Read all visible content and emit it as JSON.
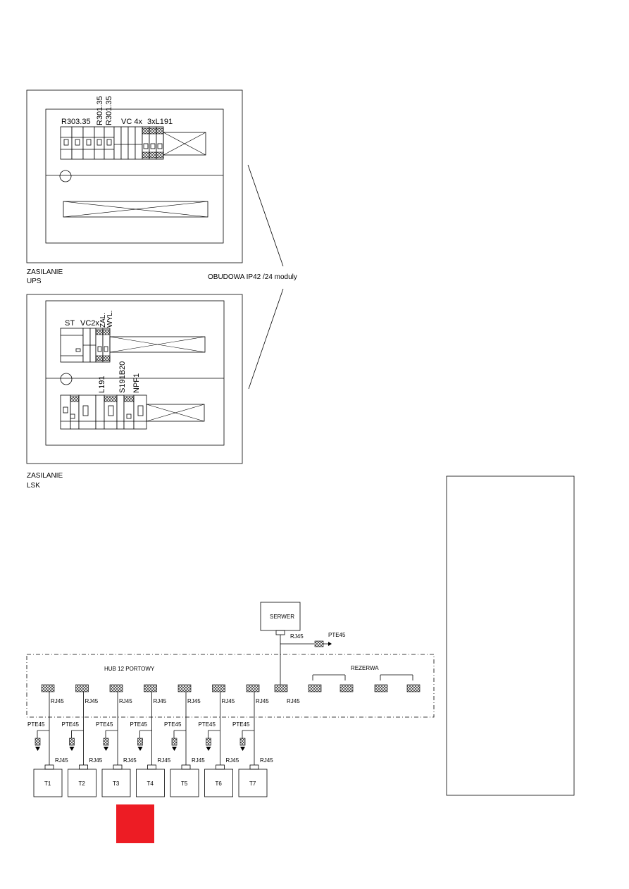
{
  "cabinet_label": "OBUDOWA IP42 /24 moduly",
  "ups_panel": {
    "caption_line1": "ZASILANIE",
    "caption_line2": "UPS",
    "labels": {
      "r303": "R303.35",
      "r301_a": "R301.35",
      "r301_b": "R301.35",
      "vc4x": "VC 4x",
      "l191": "3xL191"
    }
  },
  "lsk_panel": {
    "caption_line1": "ZASILANIE",
    "caption_line2": "LSK",
    "labels": {
      "st": "ST",
      "vc2x": "VC2x",
      "zal": "ZAL.",
      "wyl": "WYL.",
      "l191": "L191",
      "s191": "S191B20",
      "npf": "NPF1"
    }
  },
  "network": {
    "server_label": "SERWER",
    "hub_label": "HUB 12 PORTOWY",
    "reserve_label": "REZERWA",
    "connector_label": "RJ45",
    "socket_label": "PTE45",
    "terminals": [
      "T1",
      "T2",
      "T3",
      "T4",
      "T5",
      "T6",
      "T7"
    ]
  },
  "colors": {
    "accent_square": "#ed1c24",
    "line": "#000000"
  }
}
